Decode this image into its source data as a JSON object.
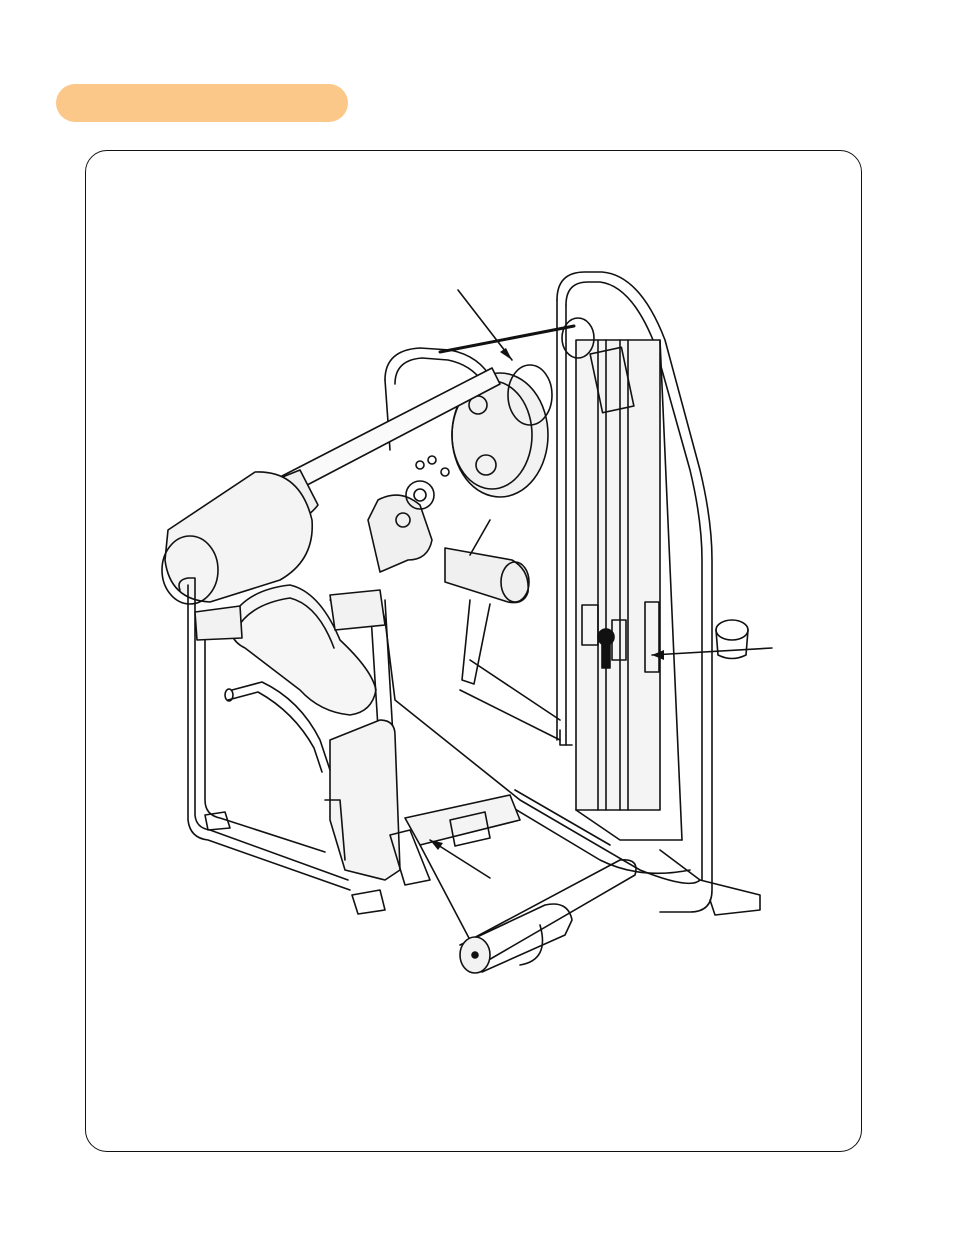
{
  "section_label": "",
  "figure": {
    "subject": "machine-illustration",
    "callouts": [
      {
        "id": "pulley-callout",
        "label": ""
      },
      {
        "id": "weight-stack-callout",
        "label": ""
      },
      {
        "id": "pivot-callout",
        "label": ""
      }
    ]
  },
  "colors": {
    "accent_pill": "#fbc88a",
    "line": "#111111",
    "fill_light": "#ececec"
  }
}
